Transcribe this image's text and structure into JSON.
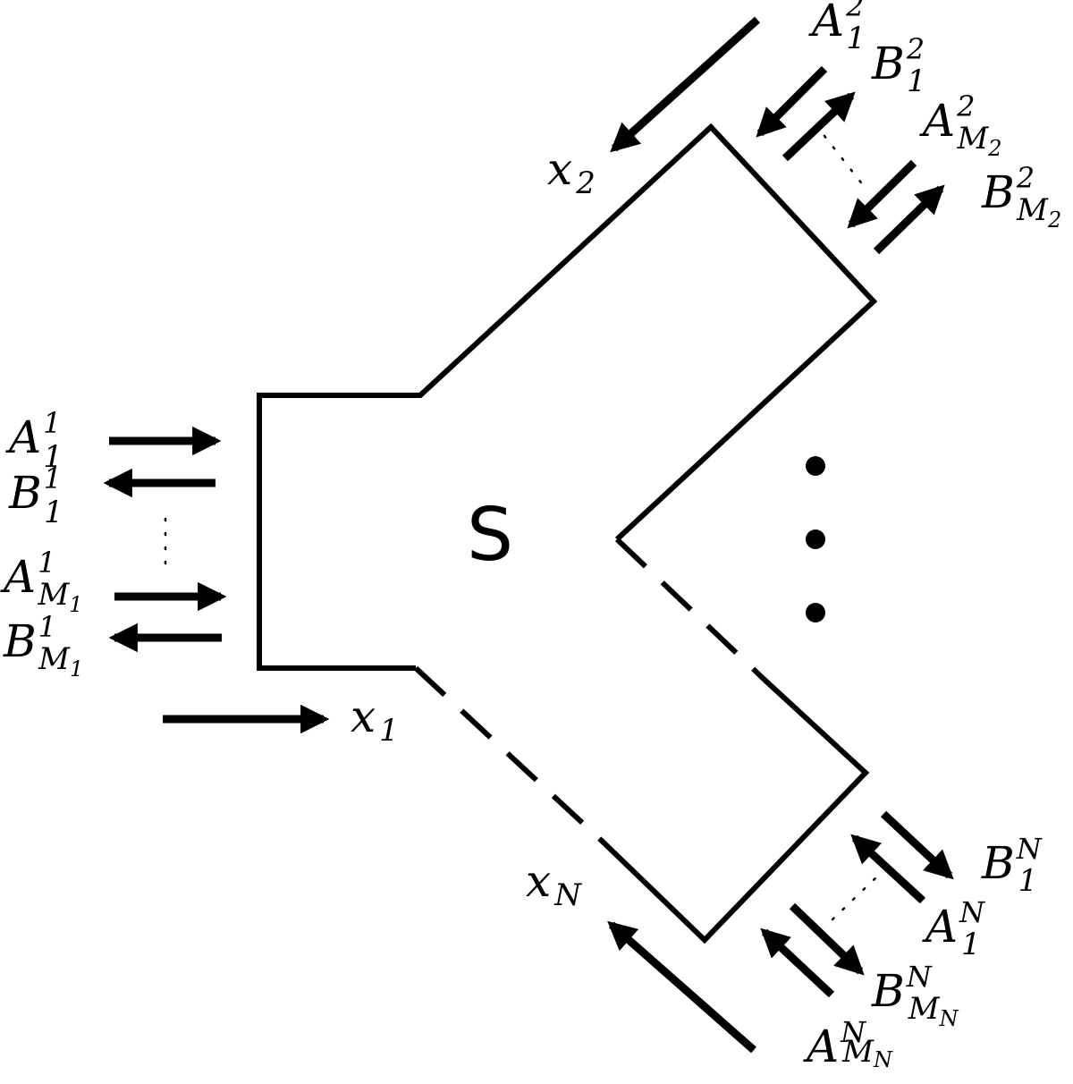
{
  "center_label": "S",
  "ports": {
    "port1": {
      "x": {
        "base": "x",
        "sub": "1"
      },
      "a1": {
        "base": "A",
        "sup": "1",
        "sub": "1"
      },
      "b1": {
        "base": "B",
        "sup": "1",
        "sub": "1"
      },
      "am": {
        "base": "A",
        "sup": "1",
        "sub": "M",
        "subsub": "1"
      },
      "bm": {
        "base": "B",
        "sup": "1",
        "sub": "M",
        "subsub": "1"
      }
    },
    "port2": {
      "x": {
        "base": "x",
        "sub": "2"
      },
      "a1": {
        "base": "A",
        "sup": "2",
        "sub": "1"
      },
      "b1": {
        "base": "B",
        "sup": "2",
        "sub": "1"
      },
      "am": {
        "base": "A",
        "sup": "2",
        "sub": "M",
        "subsub": "2"
      },
      "bm": {
        "base": "B",
        "sup": "2",
        "sub": "M",
        "subsub": "2"
      }
    },
    "portN": {
      "x": {
        "base": "x",
        "sub": "N"
      },
      "a1": {
        "base": "A",
        "sup": "N",
        "sub": "1"
      },
      "b1": {
        "base": "B",
        "sup": "N",
        "sub": "1"
      },
      "am": {
        "base": "A",
        "sup": "N",
        "sub": "M",
        "subsub": "N"
      },
      "bm": {
        "base": "B",
        "sup": "N",
        "sub": "M",
        "subsub": "N"
      }
    }
  }
}
